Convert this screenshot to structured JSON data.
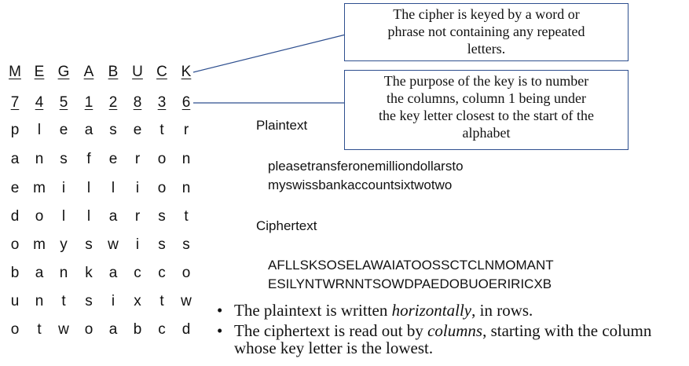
{
  "key_letters": [
    "M",
    "E",
    "G",
    "A",
    "B",
    "U",
    "C",
    "K"
  ],
  "key_numbers": [
    "7",
    "4",
    "5",
    "1",
    "2",
    "8",
    "3",
    "6"
  ],
  "grid_rows": [
    [
      "p",
      "l",
      "e",
      "a",
      "s",
      "e",
      "t",
      "r"
    ],
    [
      "a",
      "n",
      "s",
      "f",
      "e",
      "r",
      "o",
      "n"
    ],
    [
      "e",
      "m",
      "i",
      "l",
      "l",
      "i",
      "o",
      "n"
    ],
    [
      "d",
      "o",
      "l",
      "l",
      "a",
      "r",
      "s",
      "t"
    ],
    [
      "o",
      "m",
      "y",
      "s",
      "w",
      "i",
      "s",
      "s"
    ],
    [
      "b",
      "a",
      "n",
      "k",
      "a",
      "c",
      "c",
      "o"
    ],
    [
      "u",
      "n",
      "t",
      "s",
      "i",
      "x",
      "t",
      "w"
    ],
    [
      "o",
      "t",
      "w",
      "o",
      "a",
      "b",
      "c",
      "d"
    ]
  ],
  "callout_keyword": {
    "lines": [
      "The cipher is keyed by a word or",
      "phrase not containing any repeated",
      "letters."
    ]
  },
  "callout_purpose": {
    "lines": [
      "The purpose of the key is to number",
      "the columns, column 1 being under",
      "the key letter closest to the start of the",
      "alphabet"
    ]
  },
  "plaintext": {
    "label": "Plaintext",
    "lines": [
      "pleasetransferonemilliondollarsto",
      "myswissbankaccountsixtwotwo"
    ]
  },
  "ciphertext": {
    "label": "Ciphertext",
    "lines": [
      "AFLLSKSOSELAWAIATOOSSCTCLNMOMANT",
      "ESILYNTWRNNTSOWDPAEDOBUOERIRICXB"
    ]
  },
  "bullets": [
    {
      "before": "The plaintext is written ",
      "em": "horizontally",
      "after": ", in rows."
    },
    {
      "before": "The ciphertext is read out by ",
      "em": "columns",
      "after": ", starting with the column whose key letter is the lowest."
    }
  ],
  "colors": {
    "callout_border": "#2e4f8f",
    "connector": "#2e4f8f"
  }
}
